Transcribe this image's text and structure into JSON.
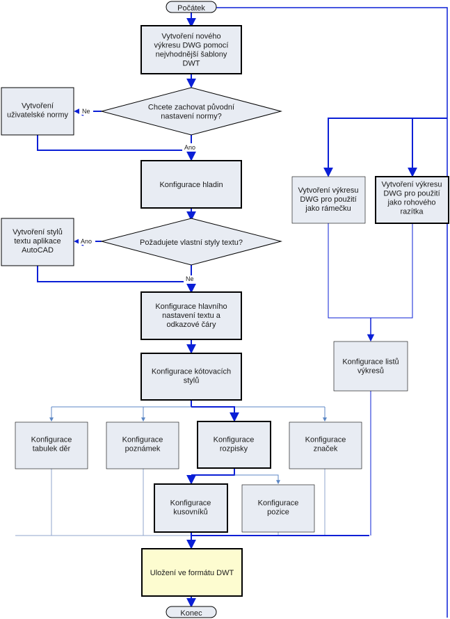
{
  "colors": {
    "box_fill": "#e8ecf3",
    "box_border": "#000000",
    "save_fill": "#fdfcd0",
    "terminal_fill": "#e8ecf3",
    "flow_primary": "#0a1fd6",
    "flow_secondary": "#5b86c4",
    "flow_thin_gray": "#8fa6cc"
  },
  "nodes": {
    "start": "Počátek",
    "end": "Konec",
    "new_drawing": [
      "Vytvoření nového",
      "výkresu DWG pomocí",
      "nejvhodnější šablony",
      "DWT"
    ],
    "keep_standards": [
      "Chcete zachovat původní",
      "nastavení normy?"
    ],
    "create_user_standards": [
      "Vytvoření",
      "uživatelské normy"
    ],
    "layers": [
      "Konfigurace hladin"
    ],
    "custom_text_styles": [
      "Požadujete vlastní styly textu?"
    ],
    "create_text_styles": [
      "Vytvoření stylů",
      "textu aplikace",
      "AutoCAD"
    ],
    "main_text_settings": [
      "Konfigurace hlavního",
      "nastavení textu a",
      "odkazové čáry"
    ],
    "dim_styles": [
      "Konfigurace kótovacích",
      "stylů"
    ],
    "hole_tables": [
      "Konfigurace",
      "tabulek děr"
    ],
    "notes": [
      "Konfigurace",
      "poznámek"
    ],
    "title_block_parts": [
      "Konfigurace",
      "rozpisky"
    ],
    "symbols": [
      "Konfigurace",
      "značek"
    ],
    "parts_list": [
      "Konfigurace",
      "kusovníků"
    ],
    "balloons": [
      "Konfigurace",
      "pozice"
    ],
    "save_dwt": [
      "Uložení ve formátu DWT"
    ],
    "border_drawing": [
      "Vytvoření výkresu",
      "DWG pro použití",
      "jako rámečku"
    ],
    "title_block_drawing": [
      "Vytvoření výkresu",
      "DWG pro použití",
      "jako rohového",
      "razítka"
    ],
    "sheet_layouts": [
      "Konfigurace listů",
      "výkresů"
    ]
  },
  "edge_labels": {
    "no_left": "Ne",
    "yes_down": "Ano",
    "yes_left": "Ano",
    "no_down": "Ne"
  }
}
